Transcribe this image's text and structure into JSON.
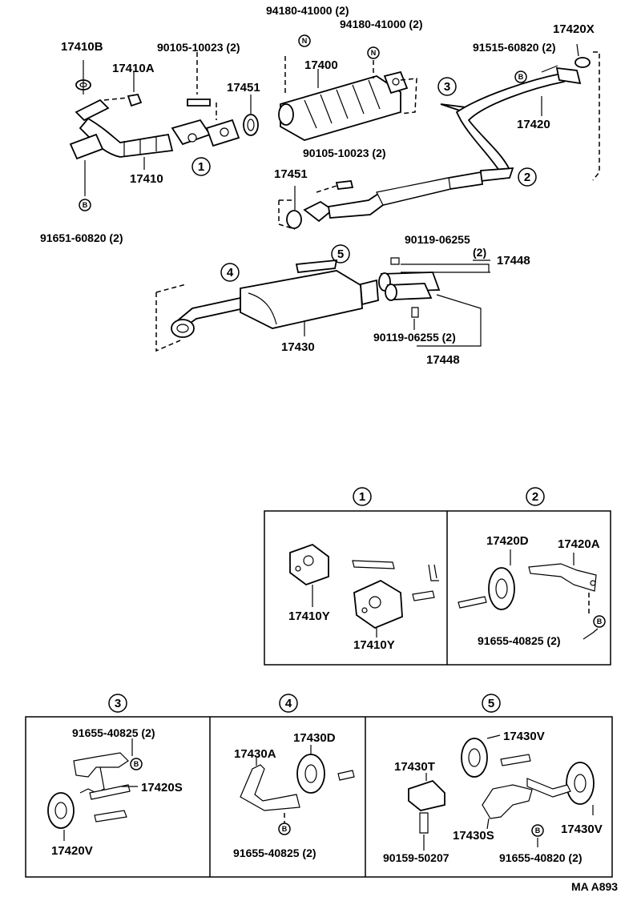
{
  "main": {
    "callouts": [
      "94180-41000 (2)",
      "94180-41000 (2)",
      "17420X",
      "17410B",
      "90105-10023 (2)",
      "91515-60820 (2)",
      "17410A",
      "17400",
      "17451",
      "17420",
      "17410",
      "90105-10023 (2)",
      "17451",
      "91651-60820 (2)",
      "90119-06255",
      "(2)",
      "17448",
      "17430",
      "90119-06255 (2)",
      "17448"
    ],
    "section_markers": [
      "1",
      "2",
      "3",
      "4",
      "5"
    ],
    "badges": [
      "N",
      "N",
      "B",
      "B"
    ]
  },
  "details": {
    "panel_1": {
      "marker": "1",
      "labels": [
        "17410Y",
        "17410Y"
      ]
    },
    "panel_2": {
      "marker": "2",
      "labels": [
        "17420D",
        "17420A",
        "91655-40825 (2)"
      ],
      "badge": "B"
    },
    "panel_3": {
      "marker": "3",
      "labels": [
        "91655-40825 (2)",
        "17420S",
        "17420V"
      ],
      "badge": "B"
    },
    "panel_4": {
      "marker": "4",
      "labels": [
        "17430A",
        "17430D",
        "91655-40825 (2)"
      ],
      "badge": "B"
    },
    "panel_5": {
      "marker": "5",
      "labels": [
        "17430V",
        "17430T",
        "17430S",
        "17430V",
        "90159-50207",
        "91655-40820 (2)"
      ],
      "badge": "B"
    }
  },
  "footer": {
    "code": "MA A893"
  }
}
